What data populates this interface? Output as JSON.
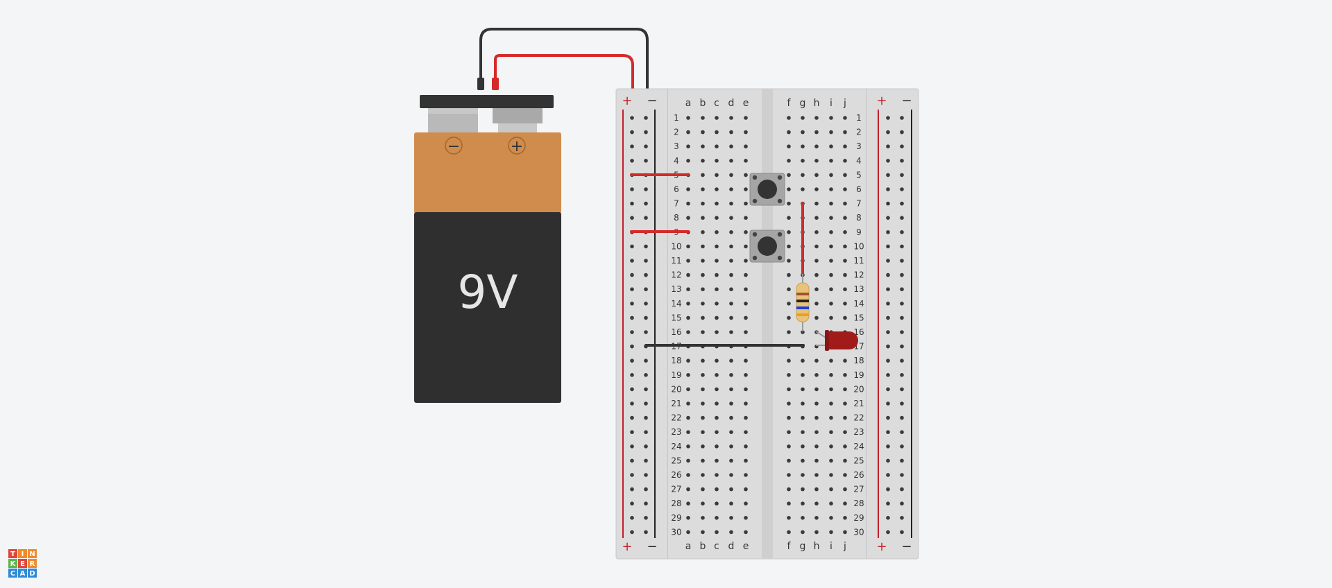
{
  "app": {
    "name": "Tinkercad"
  },
  "battery": {
    "label": "9V",
    "minus_symbol": "−",
    "plus_symbol": "+",
    "body_color": "#2f2f2f",
    "cap_color": "#d08c4c"
  },
  "breadboard": {
    "columns_left": [
      "a",
      "b",
      "c",
      "d",
      "e"
    ],
    "columns_right": [
      "f",
      "g",
      "h",
      "i",
      "j"
    ],
    "rows": [
      "1",
      "2",
      "3",
      "4",
      "5",
      "6",
      "7",
      "8",
      "9",
      "10",
      "11",
      "12",
      "13",
      "14",
      "15",
      "16",
      "17",
      "18",
      "19",
      "20",
      "21",
      "22",
      "23",
      "24",
      "25",
      "26",
      "27",
      "28",
      "29",
      "30"
    ],
    "rail_plus": "+",
    "rail_minus": "−",
    "rail_plus_color": "#c0202a",
    "rail_minus_color": "#222222"
  },
  "components": {
    "resistor_bands": [
      "#a0522d",
      "#222222",
      "#1d3fd6",
      "#e8a020"
    ],
    "led_color": "#a11b1b",
    "wire_red": "#d42a2a",
    "wire_black": "#333333"
  },
  "logo": {
    "cells": [
      {
        "letter": "T",
        "color": "#e2453c"
      },
      {
        "letter": "I",
        "color": "#f08b2a"
      },
      {
        "letter": "N",
        "color": "#f08b2a"
      },
      {
        "letter": "K",
        "color": "#59b94a"
      },
      {
        "letter": "E",
        "color": "#e2453c"
      },
      {
        "letter": "R",
        "color": "#f08b2a"
      },
      {
        "letter": "C",
        "color": "#2f8ad6"
      },
      {
        "letter": "A",
        "color": "#2f8ad6"
      },
      {
        "letter": "D",
        "color": "#2f8ad6"
      }
    ]
  }
}
